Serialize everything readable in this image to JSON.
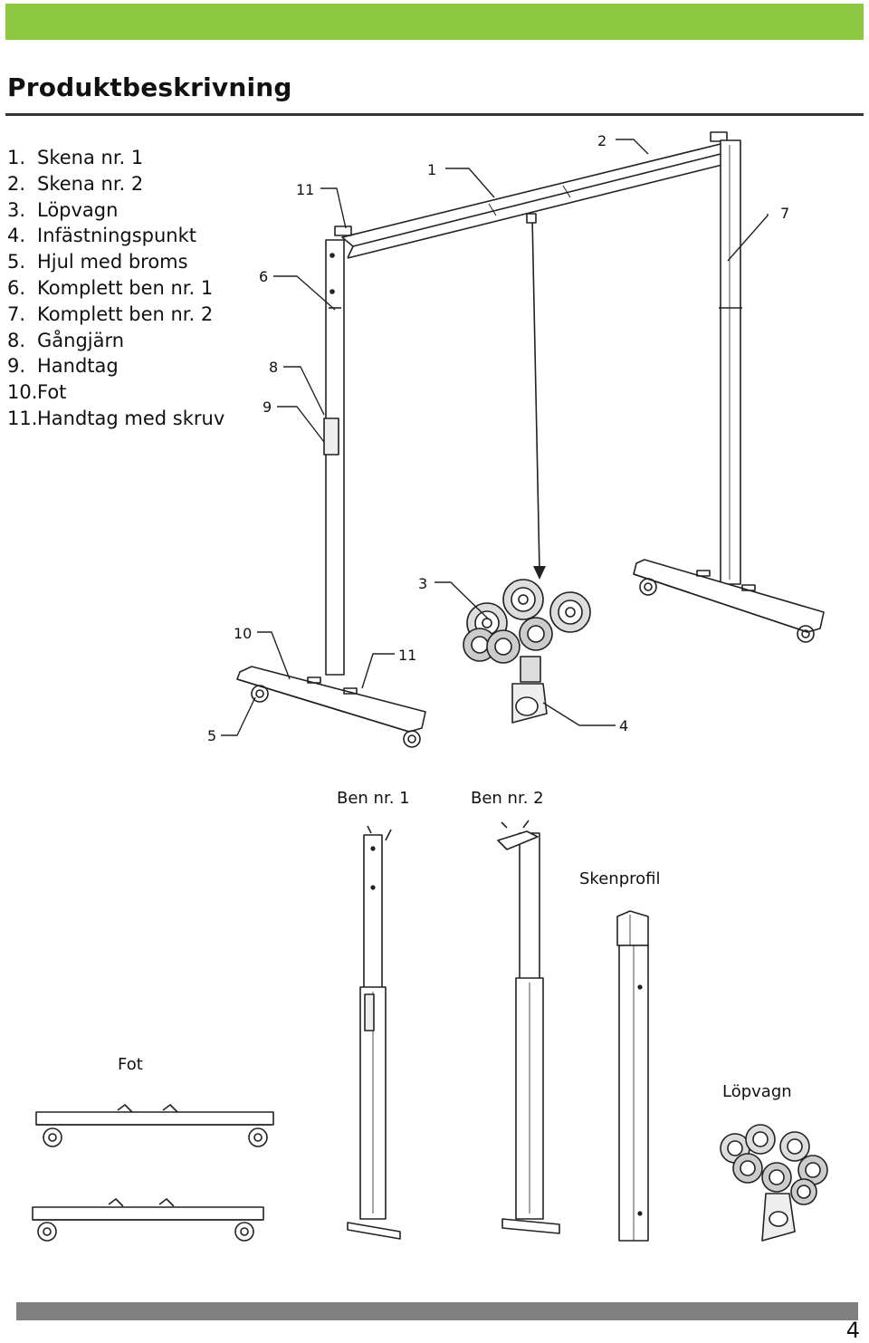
{
  "header": {
    "title": "Produktbeskrivning",
    "accent_color": "#8dc63f"
  },
  "parts": [
    {
      "num": "1.",
      "label": "Skena nr. 1"
    },
    {
      "num": "2.",
      "label": "Skena nr. 2"
    },
    {
      "num": "3.",
      "label": "Löpvagn"
    },
    {
      "num": "4.",
      "label": "Infästningspunkt"
    },
    {
      "num": "5.",
      "label": "Hjul med broms"
    },
    {
      "num": "6.",
      "label": "Komplett ben nr. 1"
    },
    {
      "num": "7.",
      "label": "Komplett ben nr. 2"
    },
    {
      "num": "8.",
      "label": "Gångjärn"
    },
    {
      "num": "9.",
      "label": "Handtag"
    },
    {
      "num": "10.",
      "label": "Fot"
    },
    {
      "num": "11.",
      "label": "Handtag med skruv"
    }
  ],
  "callouts": {
    "c1": "1",
    "c2": "2",
    "c3": "3",
    "c4": "4",
    "c5": "5",
    "c6": "6",
    "c7": "7",
    "c8": "8",
    "c9": "9",
    "c10": "10",
    "c11a": "11",
    "c11b": "11"
  },
  "captions": {
    "ben1": "Ben nr. 1",
    "ben2": "Ben nr. 2",
    "skenprofil": "Skenprofil",
    "fot": "Fot",
    "lopvagn": "Löpvagn"
  },
  "footer": {
    "page_number": "4",
    "bar_color": "#808080"
  }
}
